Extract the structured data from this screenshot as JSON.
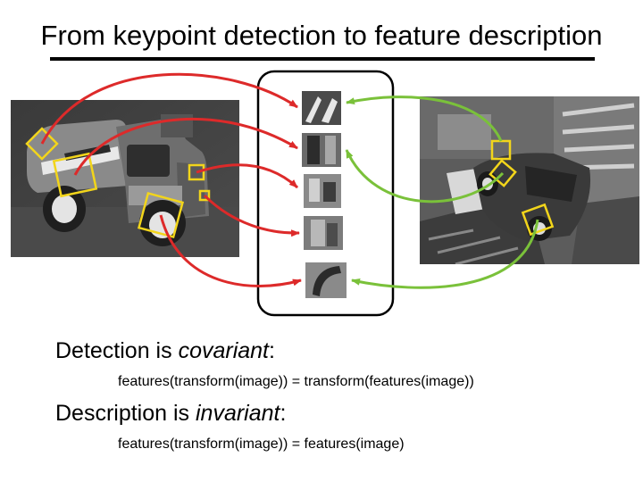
{
  "slide": {
    "title": "From keypoint detection to feature description",
    "detection": {
      "prefix": "Detection is ",
      "term": "covariant",
      "suffix": ":",
      "equation": "features(transform(image)) = transform(features(image))"
    },
    "description": {
      "prefix": "Description is ",
      "term": "invariant",
      "suffix": ":",
      "equation": "features(transform(image)) = features(image)"
    }
  },
  "colors": {
    "left_arrows": "#dd2a2a",
    "right_arrows": "#7ac13a",
    "keypoint_boxes": "#f2d51b",
    "rule": "#000000"
  },
  "images": {
    "left": "toy-truck-photo",
    "right": "toy-truck-rotated-cluttered-photo"
  },
  "patches": [
    "patch-1",
    "patch-2",
    "patch-3",
    "patch-4",
    "patch-5"
  ]
}
